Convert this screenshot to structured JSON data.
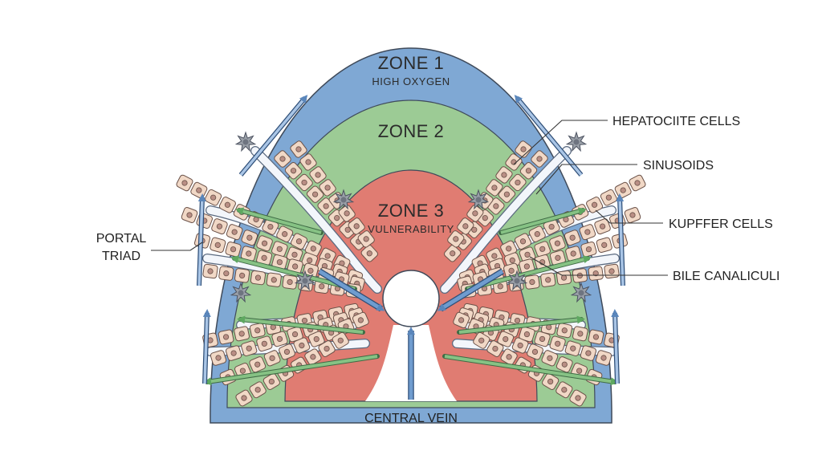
{
  "zones": {
    "zone1": {
      "title": "ZONE 1",
      "subtitle": "HIGH OXYGEN"
    },
    "zone2": {
      "title": "ZONE 2"
    },
    "zone3": {
      "title": "ZONE 3",
      "subtitle": "VULNERABILITY"
    }
  },
  "labels": {
    "portal_triad_line1": "PORTAL",
    "portal_triad_line2": "TRIAD",
    "hepatocytes": "HEPATOCIITE CELLS",
    "sinusoids": "SINUSOIDS",
    "kupffer": "KUPFFER CELLS",
    "bile": "BILE CANALICULI",
    "central_vein": "CENTRAL VEIN"
  },
  "colors": {
    "zone1": "#7fa8d4",
    "zone2": "#9ccb95",
    "zone3": "#e07c72",
    "hepatocyte": "#f1d8c6",
    "nucleus": "#b98e84",
    "sinusoid": "#f3f6fb",
    "flow_arrow_blue": "#6f9ccf",
    "bile_arrow_green": "#86c284",
    "kupffer": "#9aa0a8"
  },
  "icons": {
    "blood_flow": "blood-flow-arrow-icon",
    "bile_flow": "bile-flow-arrow-icon",
    "kupffer_cell": "kupffer-cell-icon",
    "hepatocyte": "hepatocyte-cell-icon"
  }
}
